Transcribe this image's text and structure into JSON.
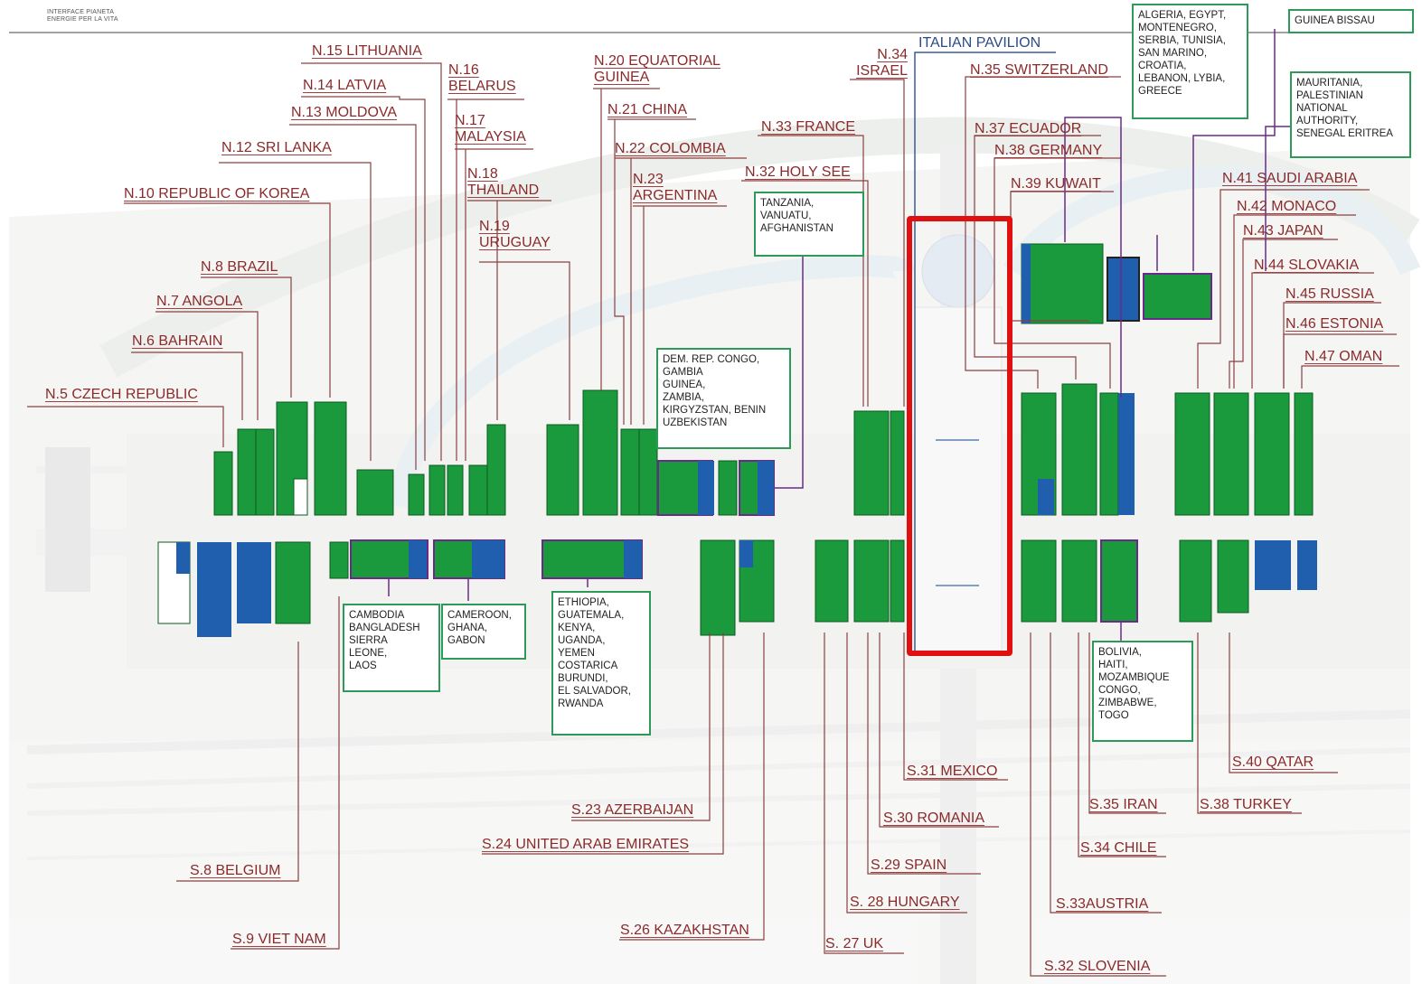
{
  "header": {
    "line1": "INTERFACE PIANETA",
    "line2": "ENERGIE PER LA VITA"
  },
  "north_labels": [
    {
      "id": "n15",
      "text": "N.15 LITHUANIA"
    },
    {
      "id": "n16",
      "text": "N.16\nBELARUS"
    },
    {
      "id": "n14",
      "text": "N.14 LATVIA"
    },
    {
      "id": "n13",
      "text": "N.13 MOLDOVA"
    },
    {
      "id": "n17",
      "text": "N.17\nMALAYSIA"
    },
    {
      "id": "n12",
      "text": "N.12 SRI LANKA"
    },
    {
      "id": "n18",
      "text": "N.18\nTHAILAND"
    },
    {
      "id": "n10",
      "text": "N.10 REPUBLIC OF KOREA"
    },
    {
      "id": "n19",
      "text": "N.19\nURUGUAY"
    },
    {
      "id": "n8",
      "text": "N.8 BRAZIL"
    },
    {
      "id": "n7",
      "text": "N.7 ANGOLA"
    },
    {
      "id": "n6",
      "text": "N.6 BAHRAIN"
    },
    {
      "id": "n5",
      "text": "N.5 CZECH REPUBLIC"
    },
    {
      "id": "n20",
      "text": "N.20 EQUATORIAL\nGUINEA"
    },
    {
      "id": "n21",
      "text": "N.21 CHINA"
    },
    {
      "id": "n22",
      "text": "N.22 COLOMBIA"
    },
    {
      "id": "n23",
      "text": "N.23\nARGENTINA"
    },
    {
      "id": "n33",
      "text": "N.33 FRANCE"
    },
    {
      "id": "n32",
      "text": "N.32 HOLY SEE"
    },
    {
      "id": "n34",
      "text": "N.34\nISRAEL"
    },
    {
      "id": "n35",
      "text": "N.35 SWITZERLAND"
    },
    {
      "id": "n37",
      "text": "N.37 ECUADOR"
    },
    {
      "id": "n38",
      "text": "N.38 GERMANY"
    },
    {
      "id": "n39",
      "text": "N.39 KUWAIT"
    },
    {
      "id": "n41",
      "text": "N.41 SAUDI ARABIA"
    },
    {
      "id": "n42",
      "text": "N.42 MONACO"
    },
    {
      "id": "n43",
      "text": "N.43 JAPAN"
    },
    {
      "id": "n44",
      "text": "N.44 SLOVAKIA"
    },
    {
      "id": "n45",
      "text": "N.45 RUSSIA"
    },
    {
      "id": "n46",
      "text": "N.46 ESTONIA"
    },
    {
      "id": "n47",
      "text": "N.47 OMAN"
    }
  ],
  "italian_pavilion": "ITALIAN PAVILION",
  "south_labels": [
    {
      "id": "s31",
      "text": "S.31 MEXICO"
    },
    {
      "id": "s23",
      "text": "S.23 AZERBAIJAN"
    },
    {
      "id": "s30",
      "text": "S.30 ROMANIA"
    },
    {
      "id": "s24",
      "text": "S.24 UNITED ARAB EMIRATES"
    },
    {
      "id": "s29",
      "text": "S.29 SPAIN"
    },
    {
      "id": "s8",
      "text": "S.8 BELGIUM"
    },
    {
      "id": "s28",
      "text": "S. 28 HUNGARY"
    },
    {
      "id": "s26",
      "text": "S.26 KAZAKHSTAN"
    },
    {
      "id": "s27",
      "text": "S. 27 UK"
    },
    {
      "id": "s9",
      "text": "S.9 VIET NAM"
    },
    {
      "id": "s35",
      "text": "S.35 IRAN"
    },
    {
      "id": "s34",
      "text": "S.34 CHILE"
    },
    {
      "id": "s33",
      "text": "S.33AUSTRIA"
    },
    {
      "id": "s32",
      "text": "S.32 SLOVENIA"
    },
    {
      "id": "s40",
      "text": "S.40 QATAR"
    },
    {
      "id": "s38",
      "text": "S.38 TURKEY"
    }
  ],
  "boxes": [
    {
      "id": "b_tanzania",
      "text": "TANZANIA,\nVANUATU,\nAFGHANISTAN"
    },
    {
      "id": "b_congo",
      "text": "DEM. REP. CONGO,\nGAMBIA\nGUINEA,\nZAMBIA,\nKIRGYZSTAN, BENIN\nUZBEKISTAN"
    },
    {
      "id": "b_cambodia",
      "text": "CAMBODIA\nBANGLADESH\nSIERRA\nLEONE,\nLAOS"
    },
    {
      "id": "b_cameroon",
      "text": "CAMEROON,\nGHANA,\nGABON"
    },
    {
      "id": "b_ethiopia",
      "text": "ETHIOPIA,\nGUATEMALA,\nKENYA,\nUGANDA,\nYEMEN\nCOSTARICA\nBURUNDI,\nEL SALVADOR,\nRWANDA"
    },
    {
      "id": "b_algeria",
      "text": "ALGERIA, EGYPT,\nMONTENEGRO,\nSERBIA, TUNISIA,\nSAN MARINO,\nCROATIA,\nLEBANON, LYBIA,\nGREECE"
    },
    {
      "id": "b_guinea_bissau",
      "text": "GUINEA BISSAU"
    },
    {
      "id": "b_mauritania",
      "text": "MAURITANIA,\nPALESTINIAN\nNATIONAL\nAUTHORITY,\nSENEGAL ERITREA"
    },
    {
      "id": "b_bolivia",
      "text": "BOLIVIA,\nHAITI,\nMOZAMBIQUE\nCONGO,\nZIMBABWE,\nTOGO"
    }
  ],
  "colors": {
    "pavilion_green": "#1a9a3c",
    "pavilion_blue": "#1f5fae",
    "leader": "#8a2a2a",
    "box_border": "#2e9a5a",
    "highlight": "#e01010"
  }
}
